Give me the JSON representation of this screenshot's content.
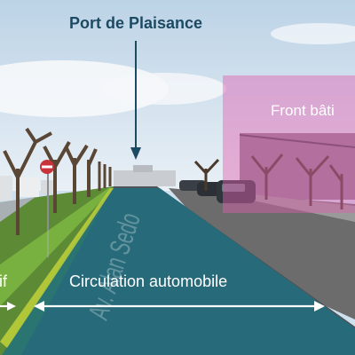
{
  "labels": {
    "title": "Port de Plaisance",
    "front": "Front bâti",
    "circulation": "Circulation automobile",
    "actif": "tif",
    "road_marking": "Av. Alan Sedo"
  },
  "colors": {
    "title_text": "#1d4a63",
    "road_overlay": "#1f6f80",
    "green_strip": "#7fc13f",
    "front_overlay": "#e05fb0",
    "arrow": "#ffffff"
  },
  "icons": {
    "pointer": "arrow-down-icon",
    "span": "double-arrow-icon",
    "traffic_sign": "no-entry-sign-icon"
  }
}
